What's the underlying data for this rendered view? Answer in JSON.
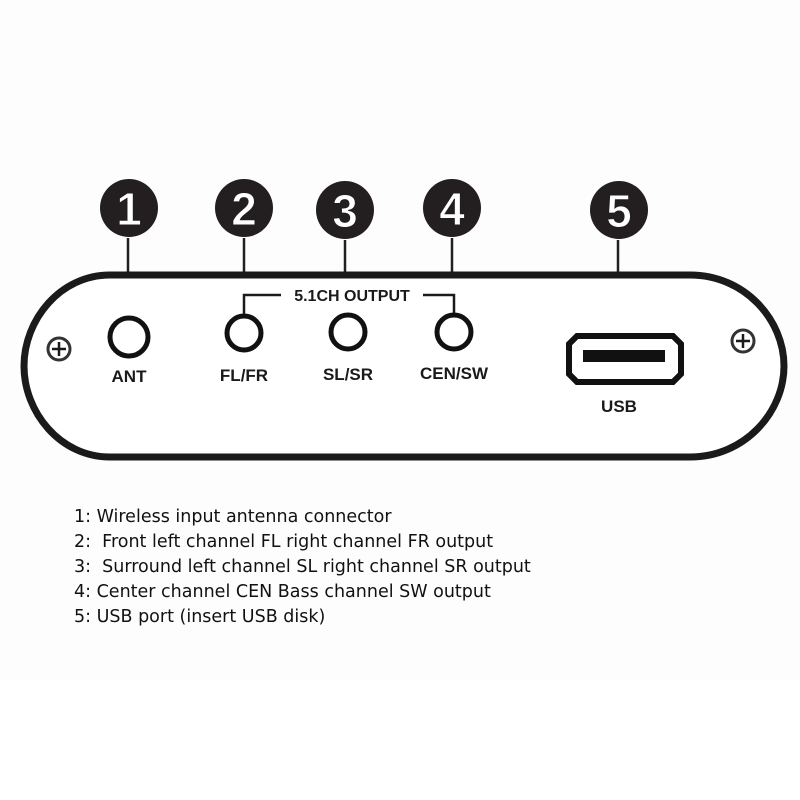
{
  "colors": {
    "ink": "#231f20",
    "panel_fill": "#ffffff",
    "background": "#fdfdfd"
  },
  "callouts": [
    {
      "number": "1",
      "target": "ANT"
    },
    {
      "number": "2",
      "target": "FL/FR"
    },
    {
      "number": "3",
      "target": "SL/SR"
    },
    {
      "number": "4",
      "target": "CEN/SW"
    },
    {
      "number": "5",
      "target": "USB"
    }
  ],
  "panel": {
    "group_label": "5.1CH OUTPUT",
    "ports": [
      {
        "label": "ANT",
        "type": "antenna-jack"
      },
      {
        "label": "FL/FR",
        "type": "audio-jack"
      },
      {
        "label": "SL/SR",
        "type": "audio-jack"
      },
      {
        "label": "CEN/SW",
        "type": "audio-jack"
      },
      {
        "label": "USB",
        "type": "usb-a-port"
      }
    ],
    "screws": [
      "screw-left",
      "screw-right"
    ]
  },
  "legend": [
    {
      "text": "1: Wireless input antenna connector"
    },
    {
      "text": "2:  Front left channel FL right channel FR output"
    },
    {
      "text": "3:  Surround left channel SL right channel SR output"
    },
    {
      "text": "4: Center channel CEN Bass channel SW output"
    },
    {
      "text": "5: USB port (insert USB disk)"
    }
  ]
}
